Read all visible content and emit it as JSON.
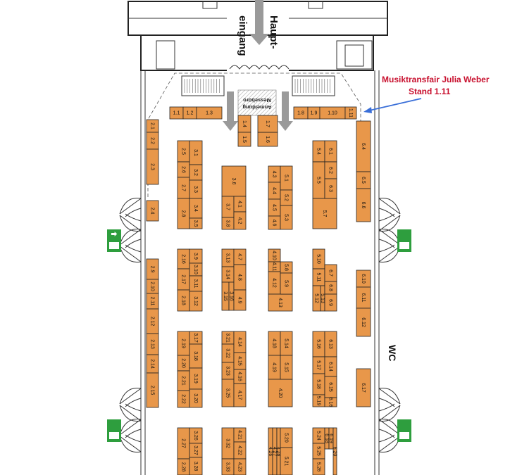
{
  "labels": {
    "entrance": [
      "Haupt-",
      "eingang"
    ],
    "registration": [
      "Anmeldung",
      "Messebüro"
    ],
    "wc": "WC",
    "callout_line1": "Musiktransfair Julia Weber",
    "callout_line2": "Stand 1.11"
  },
  "colors": {
    "booth": "#e8974a",
    "callout": "#c8102e",
    "callout_arrow": "#3a6fd8",
    "exit_sign": "#2e9e3e",
    "arrow": "#9a9a9a"
  },
  "icons": [
    "emergency-exit-icon"
  ],
  "booths": [
    "1.1",
    "1.2",
    "1.3",
    "1.4",
    "1.5",
    "1.6",
    "1.7",
    "1.8",
    "1.9",
    "1.10",
    "1.11",
    "2.1",
    "2.2",
    "2.3",
    "2.4",
    "2.5",
    "2.6",
    "2.7",
    "2.8",
    "2.9",
    "2.10",
    "2.11",
    "2.12",
    "2.13",
    "2.14",
    "2.15",
    "2.16",
    "2.17",
    "2.18",
    "2.19",
    "2.20",
    "2.21",
    "2.22",
    "2.27",
    "2.28",
    "3.1",
    "3.2",
    "3.3",
    "3.4",
    "3.5",
    "3.6",
    "3.7",
    "3.8",
    "3.9",
    "3.10",
    "3.11",
    "3.12",
    "3.13",
    "3.14",
    "3.15",
    "3.16",
    "3.17",
    "3.18",
    "3.19",
    "3.20",
    "3.21",
    "3.22",
    "3.23",
    "3.25",
    "3.26",
    "3.27",
    "3.28",
    "3.32",
    "3.33",
    "4.1",
    "4.2",
    "4.3",
    "4.4",
    "4.5",
    "4.6",
    "4.7",
    "4.8",
    "4.9",
    "4.10",
    "4.11",
    "4.12",
    "4.13",
    "4.14",
    "4.15",
    "4.16",
    "4.17",
    "4.18",
    "4.19",
    "4.20",
    "4.21",
    "4.22",
    "4.23",
    "4.26",
    "4.27",
    "4.28",
    "5.1",
    "5.2",
    "5.3",
    "5.4",
    "5.5",
    "5.7",
    "5.8",
    "5.9",
    "5.10",
    "5.11",
    "5.12",
    "5.13",
    "5.14",
    "5.15",
    "5.16",
    "5.17",
    "5.18",
    "5.19",
    "5.20",
    "5.21",
    "5.24",
    "5.25",
    "5.26",
    "6.1",
    "6.2",
    "6.3",
    "6.4",
    "6.5",
    "6.6",
    "6.7",
    "6.8",
    "6.9",
    "6.10",
    "6.11",
    "6.12",
    "6.13",
    "6.14",
    "6.15",
    "6.16",
    "6.17",
    "6.18",
    "6.19",
    "6.20"
  ]
}
